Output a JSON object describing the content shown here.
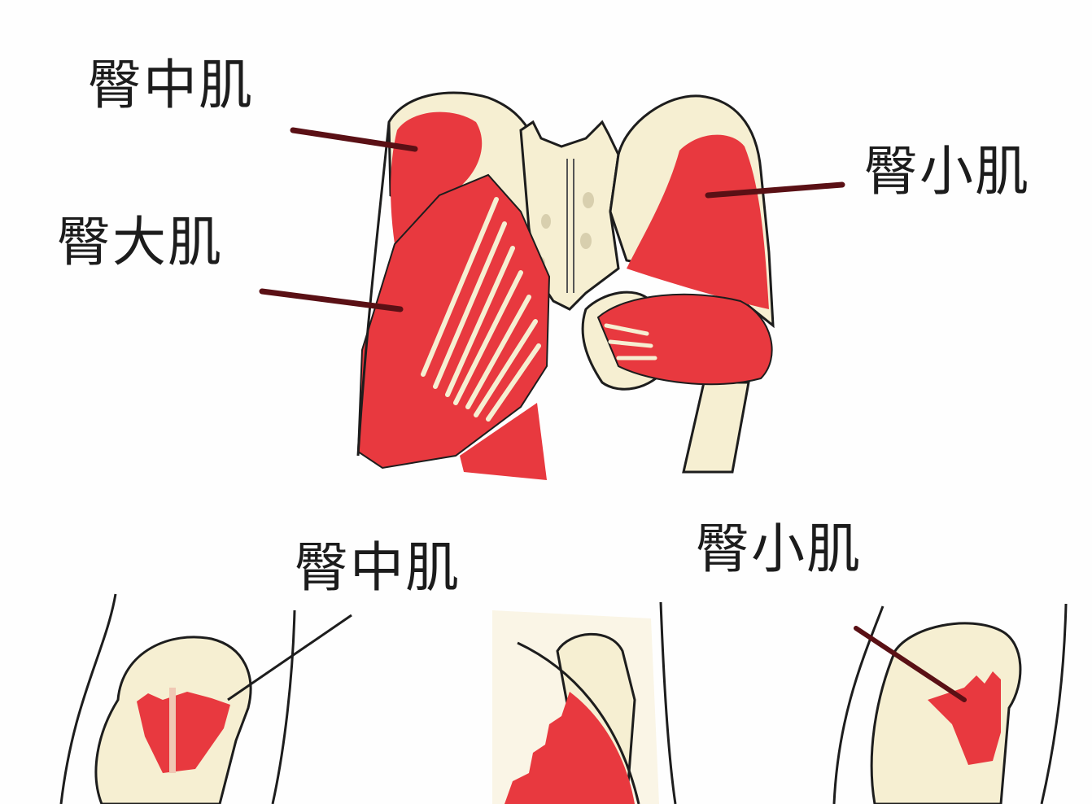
{
  "diagram": {
    "type": "anatomical-illustration",
    "subject": "gluteal muscles",
    "colors": {
      "muscle": "#e8393f",
      "bone": "#f6efd2",
      "outline": "#1d1d1d",
      "pointer": "#5a1015",
      "background": "#fefefe"
    },
    "top_figure": {
      "labels": {
        "gluteus_medius": "臀中肌",
        "gluteus_maximus": "臀大肌",
        "gluteus_minimus": "臀小肌"
      }
    },
    "bottom_figures": {
      "labels": {
        "gluteus_medius": "臀中肌",
        "gluteus_minimus": "臀小肌"
      }
    }
  }
}
